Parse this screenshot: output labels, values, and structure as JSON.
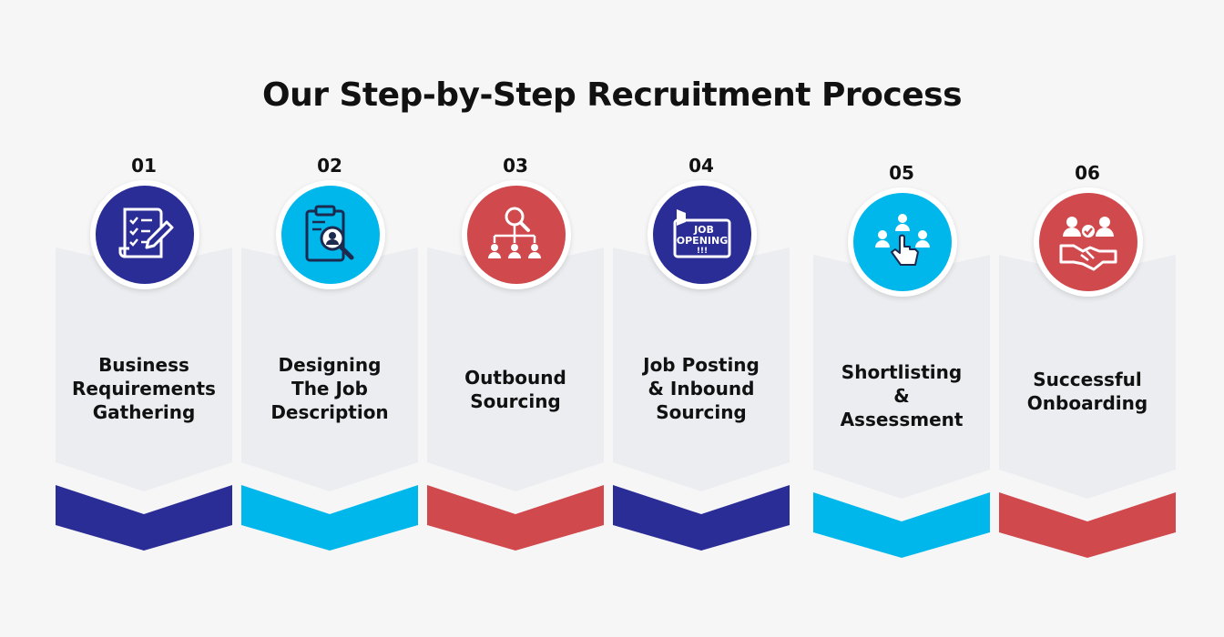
{
  "title": "Our Step-by-Step Recruitment Process",
  "colors": {
    "navy": "#2a2d96",
    "cyan": "#00b7eb",
    "red": "#d0494d",
    "card": "#ebedf0"
  },
  "steps": [
    {
      "number": "01",
      "lines": [
        "Business",
        "Requirements",
        "Gathering"
      ],
      "icon": "checklist-pen-icon",
      "color": "#2a2d96"
    },
    {
      "number": "02",
      "lines": [
        "Designing",
        "The Job",
        "Description"
      ],
      "icon": "clipboard-search-icon",
      "color": "#00b7eb"
    },
    {
      "number": "03",
      "lines": [
        "Outbound",
        "Sourcing"
      ],
      "icon": "search-network-icon",
      "color": "#d0494d"
    },
    {
      "number": "04",
      "lines": [
        "Job Posting",
        "& Inbound",
        "Sourcing"
      ],
      "icon": "job-opening-sign-icon",
      "color": "#2a2d96",
      "icon_text": [
        "JOB",
        "OPENING",
        "!!!"
      ]
    },
    {
      "number": "05",
      "lines": [
        "Shortlisting",
        "&",
        "Assessment"
      ],
      "icon": "select-candidate-icon",
      "color": "#00b7eb"
    },
    {
      "number": "06",
      "lines": [
        "Successful",
        "Onboarding"
      ],
      "icon": "handshake-icon",
      "color": "#d0494d"
    }
  ]
}
